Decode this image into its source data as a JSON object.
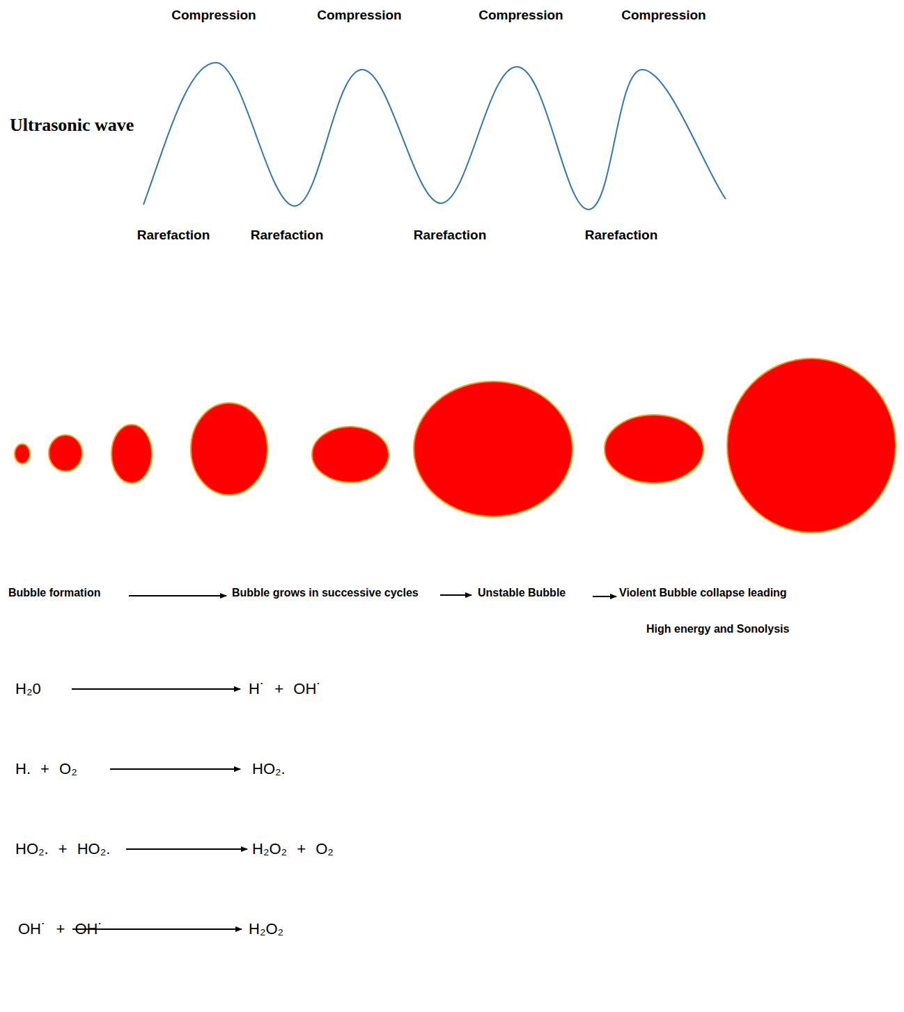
{
  "diagram": {
    "labels": [
      "Compression",
      "Compression",
      "Compression",
      "Compression",
      "Ultrasonic wave",
      "Rarefaction",
      "Rarefaction",
      "Rarefaction",
      "Rarefaction",
      "Bubble formation",
      "Bubble grows in successive cycles",
      "Unstable Bubble",
      "Violent Bubble collapse leading",
      "High energy and Sonolysis",
      "H₂0",
      "H˙ + OH˙",
      "H. + O₂",
      "HO₂.",
      "HO₂. + HO₂.",
      "H₂O₂ + O₂",
      "OH˙ + OH˙",
      "H₂O₂"
    ]
  }
}
